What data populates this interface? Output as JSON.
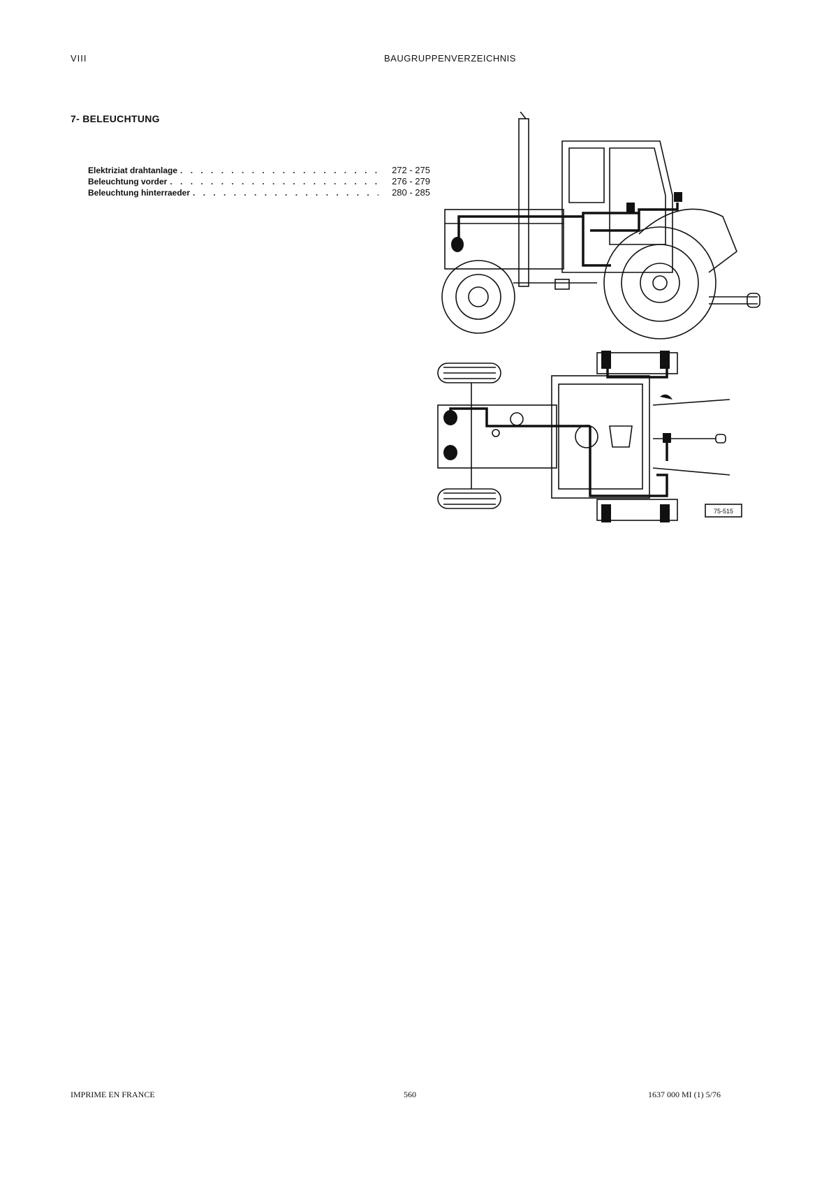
{
  "header": {
    "section_numeral": "VIII",
    "title": "BAUGRUPPENVERZEICHNIS"
  },
  "section": {
    "title": "7- BELEUCHTUNG"
  },
  "toc": [
    {
      "label": "Elektriziat drahtanlage",
      "pages": "272 - 275"
    },
    {
      "label": "Beleuchtung vorder",
      "pages": "276 - 279"
    },
    {
      "label": "Beleuchtung hinterraeder",
      "pages": "280 - 285"
    }
  ],
  "illustration": {
    "reference_label": "75-515"
  },
  "footer": {
    "left": "IMPRIME EN FRANCE",
    "center": "560",
    "right": "1637 000 MI (1) 5/76"
  }
}
